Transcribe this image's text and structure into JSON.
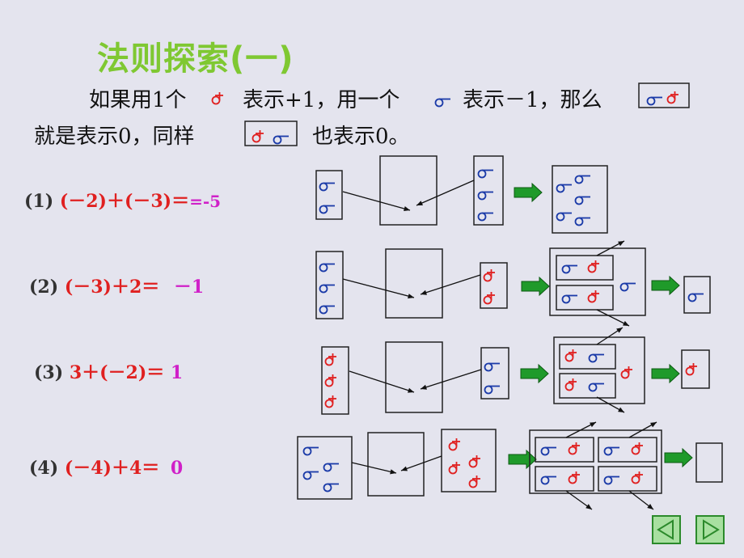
{
  "title": "法则探索(一)",
  "intro": {
    "line1_a": "如果用1个",
    "line1_b": "表示+1，用一个",
    "line1_c": "表示－1，那么",
    "line2_a": "就是表示0，同样",
    "line2_b": "也表示0。"
  },
  "problems": [
    {
      "num": "(1)",
      "expr": "(－2)＋(－3)＝",
      "answer": "=-5"
    },
    {
      "num": "(2)",
      "expr": "(－3)＋2＝",
      "answer": "－1"
    },
    {
      "num": "(3)",
      "expr": "3＋(－2)＝",
      "answer": "1"
    },
    {
      "num": "(4)",
      "expr": "(－4)＋4＝",
      "answer": "0"
    }
  ],
  "symbols": {
    "positive": "positive-chip-icon",
    "negative": "negative-chip-icon"
  },
  "colors": {
    "title": "#7fc832",
    "positive": "#e02020",
    "negative": "#1a3aa8",
    "answer": "#d020c8",
    "arrow": "#1f9a2a"
  },
  "nav": {
    "prev": "prev-slide-icon",
    "next": "next-slide-icon"
  }
}
